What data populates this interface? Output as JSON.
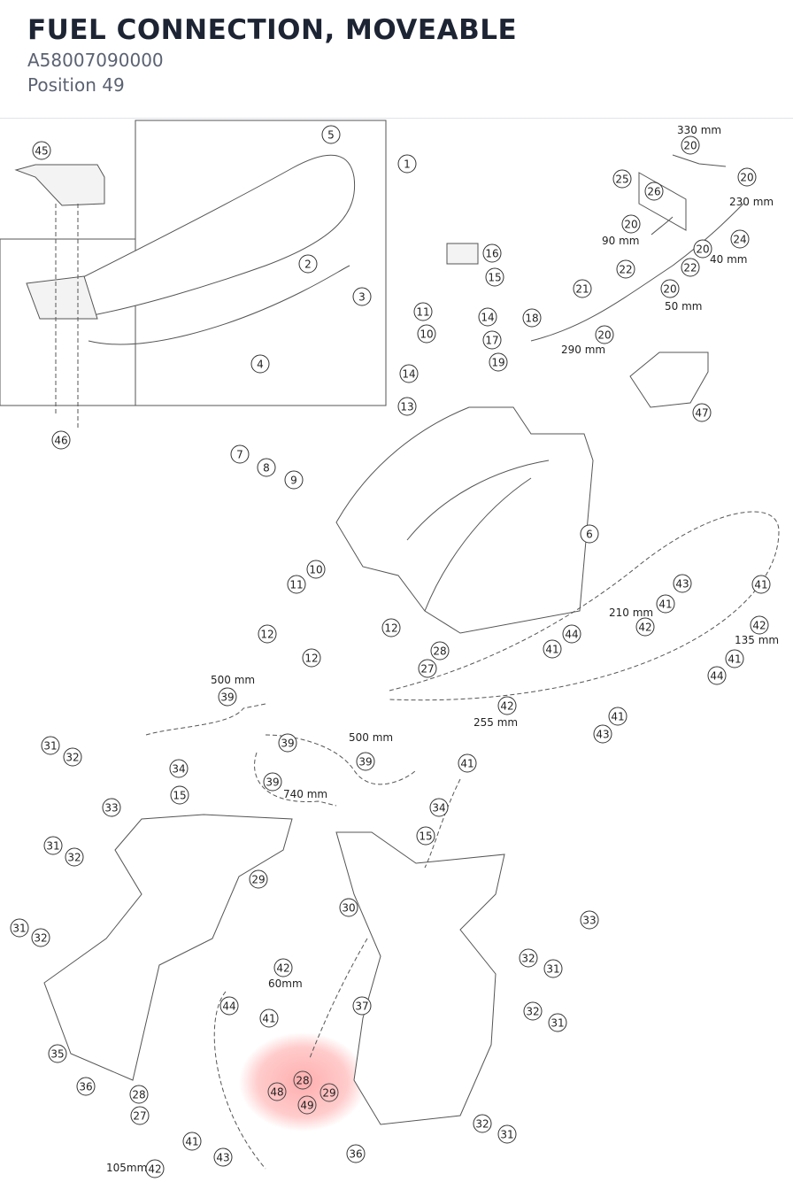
{
  "header": {
    "title": "FUEL CONNECTION, MOVEABLE",
    "article_number": "A58007090000",
    "position": "Position 49"
  },
  "colors": {
    "highlight": "#ff6b6b",
    "title": "#1d2433",
    "subtitle": "#5b6272"
  },
  "callouts": [
    {
      "id": "c45",
      "label": "45"
    },
    {
      "id": "c5",
      "label": "5"
    },
    {
      "id": "c1",
      "label": "1"
    },
    {
      "id": "c2",
      "label": "2"
    },
    {
      "id": "c3",
      "label": "3"
    },
    {
      "id": "c4",
      "label": "4"
    },
    {
      "id": "c46",
      "label": "46"
    },
    {
      "id": "c16",
      "label": "16"
    },
    {
      "id": "c15a",
      "label": "15"
    },
    {
      "id": "c11a",
      "label": "11"
    },
    {
      "id": "c10a",
      "label": "10"
    },
    {
      "id": "c14a",
      "label": "14"
    },
    {
      "id": "c17",
      "label": "17"
    },
    {
      "id": "c18",
      "label": "18"
    },
    {
      "id": "c19",
      "label": "19"
    },
    {
      "id": "c14b",
      "label": "14"
    },
    {
      "id": "c13",
      "label": "13"
    },
    {
      "id": "c20a",
      "label": "20"
    },
    {
      "id": "c20b",
      "label": "20"
    },
    {
      "id": "c25",
      "label": "25"
    },
    {
      "id": "c26",
      "label": "26"
    },
    {
      "id": "c20c",
      "label": "20"
    },
    {
      "id": "c24",
      "label": "24"
    },
    {
      "id": "c20d",
      "label": "20"
    },
    {
      "id": "c22a",
      "label": "22"
    },
    {
      "id": "c22b",
      "label": "22"
    },
    {
      "id": "c21",
      "label": "21"
    },
    {
      "id": "c20e",
      "label": "20"
    },
    {
      "id": "c20f",
      "label": "20"
    },
    {
      "id": "c47",
      "label": "47"
    },
    {
      "id": "c7",
      "label": "7"
    },
    {
      "id": "c8",
      "label": "8"
    },
    {
      "id": "c9",
      "label": "9"
    },
    {
      "id": "c6",
      "label": "6"
    },
    {
      "id": "c10b",
      "label": "10"
    },
    {
      "id": "c11b",
      "label": "11"
    },
    {
      "id": "c12a",
      "label": "12"
    },
    {
      "id": "c12b",
      "label": "12"
    },
    {
      "id": "c12c",
      "label": "12"
    },
    {
      "id": "c28a",
      "label": "28"
    },
    {
      "id": "c27a",
      "label": "27"
    },
    {
      "id": "c43a",
      "label": "43"
    },
    {
      "id": "c41a",
      "label": "41"
    },
    {
      "id": "c41b",
      "label": "41"
    },
    {
      "id": "c42a",
      "label": "42"
    },
    {
      "id": "c42b",
      "label": "42"
    },
    {
      "id": "c44a",
      "label": "44"
    },
    {
      "id": "c41c",
      "label": "41"
    },
    {
      "id": "c41d",
      "label": "41"
    },
    {
      "id": "c44b",
      "label": "44"
    },
    {
      "id": "c42c",
      "label": "42"
    },
    {
      "id": "c41e",
      "label": "41"
    },
    {
      "id": "c43b",
      "label": "43"
    },
    {
      "id": "c41f",
      "label": "41"
    },
    {
      "id": "c39a",
      "label": "39"
    },
    {
      "id": "c39b",
      "label": "39"
    },
    {
      "id": "c39c",
      "label": "39"
    },
    {
      "id": "c39d",
      "label": "39"
    },
    {
      "id": "c31a",
      "label": "31"
    },
    {
      "id": "c32a",
      "label": "32"
    },
    {
      "id": "c34a",
      "label": "34"
    },
    {
      "id": "c15b",
      "label": "15"
    },
    {
      "id": "c33a",
      "label": "33"
    },
    {
      "id": "c34b",
      "label": "34"
    },
    {
      "id": "c15c",
      "label": "15"
    },
    {
      "id": "c31b",
      "label": "31"
    },
    {
      "id": "c32b",
      "label": "32"
    },
    {
      "id": "c29",
      "label": "29"
    },
    {
      "id": "c30",
      "label": "30"
    },
    {
      "id": "c33b",
      "label": "33"
    },
    {
      "id": "c31c",
      "label": "31"
    },
    {
      "id": "c32c",
      "label": "32"
    },
    {
      "id": "c32d",
      "label": "32"
    },
    {
      "id": "c31d",
      "label": "31"
    },
    {
      "id": "c32e",
      "label": "32"
    },
    {
      "id": "c31e",
      "label": "31"
    },
    {
      "id": "c42d",
      "label": "42"
    },
    {
      "id": "c44c",
      "label": "44"
    },
    {
      "id": "c41g",
      "label": "41"
    },
    {
      "id": "c37",
      "label": "37"
    },
    {
      "id": "c35",
      "label": "35"
    },
    {
      "id": "c36a",
      "label": "36"
    },
    {
      "id": "c28b",
      "label": "28"
    },
    {
      "id": "c27b",
      "label": "27"
    },
    {
      "id": "c48",
      "label": "48"
    },
    {
      "id": "c28c",
      "label": "28"
    },
    {
      "id": "c49",
      "label": "49"
    },
    {
      "id": "c29b",
      "label": "29"
    },
    {
      "id": "c41h",
      "label": "41"
    },
    {
      "id": "c42e",
      "label": "42"
    },
    {
      "id": "c43c",
      "label": "43"
    },
    {
      "id": "c36b",
      "label": "36"
    },
    {
      "id": "c32f",
      "label": "32"
    },
    {
      "id": "c31f",
      "label": "31"
    }
  ],
  "measurements": [
    {
      "id": "m330",
      "text": "330 mm"
    },
    {
      "id": "m230",
      "text": "230 mm"
    },
    {
      "id": "m90",
      "text": "90 mm"
    },
    {
      "id": "m40",
      "text": "40 mm"
    },
    {
      "id": "m50",
      "text": "50 mm"
    },
    {
      "id": "m290",
      "text": "290 mm"
    },
    {
      "id": "m210",
      "text": "210 mm"
    },
    {
      "id": "m135",
      "text": "135 mm"
    },
    {
      "id": "m255",
      "text": "255 mm"
    },
    {
      "id": "m500a",
      "text": "500 mm"
    },
    {
      "id": "m500b",
      "text": "500 mm"
    },
    {
      "id": "m740",
      "text": "740 mm"
    },
    {
      "id": "m60",
      "text": "60mm"
    },
    {
      "id": "m105",
      "text": "105mm"
    }
  ],
  "highlighted_positions": [
    "48",
    "28",
    "49",
    "29"
  ]
}
